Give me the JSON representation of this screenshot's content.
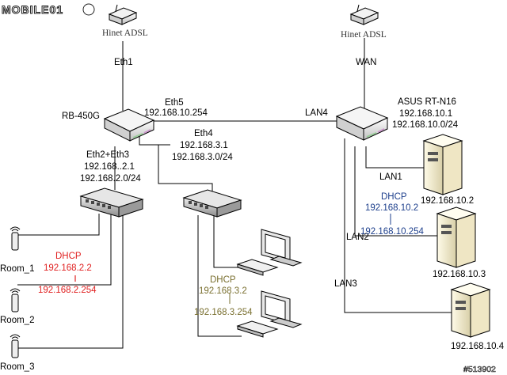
{
  "watermark": {
    "logo": "MOBILE01",
    "id": "#513902"
  },
  "left": {
    "modem": "Hinet ADSL",
    "uplink": "Eth1",
    "router": "RB-450G",
    "eth5": {
      "name": "Eth5",
      "ip": "192.168.10.254"
    },
    "eth4": {
      "name": "Eth4",
      "ip": "192.168.3.1",
      "net": "192.168.3.0/24"
    },
    "eth23": {
      "name": "Eth2+Eth3",
      "ip": "192.168..2.1",
      "net": "192.168.2.0/24"
    },
    "dhcp": {
      "title": "DHCP",
      "start": "192.168.2.2",
      "end": "192.168.2.254"
    },
    "rooms": [
      "Room_1",
      "Room_2",
      "Room_3"
    ],
    "dhcp3": {
      "title": "DHCP",
      "start": "192.168.3.2",
      "end": "192.168.3.254"
    }
  },
  "right": {
    "modem": "Hinet ADSL",
    "uplink": "WAN",
    "link": "LAN4",
    "router": {
      "name": "ASUS RT-N16",
      "ip": "192.168.10.1",
      "net": "192.168.10.0/24"
    },
    "lan1": "LAN1",
    "lan2": "LAN2",
    "lan3": "LAN3",
    "dhcp": {
      "title": "DHCP",
      "start": "192.168.10.2",
      "end": "192.168.10.254"
    },
    "servers": [
      "192.168.10.2",
      "192.168.10.3",
      "192.168.10.4"
    ]
  },
  "colors": {
    "dhcp_room": "#e02020",
    "dhcp_lan": "#1d3f8c",
    "dhcp_pc": "#7a7030"
  }
}
